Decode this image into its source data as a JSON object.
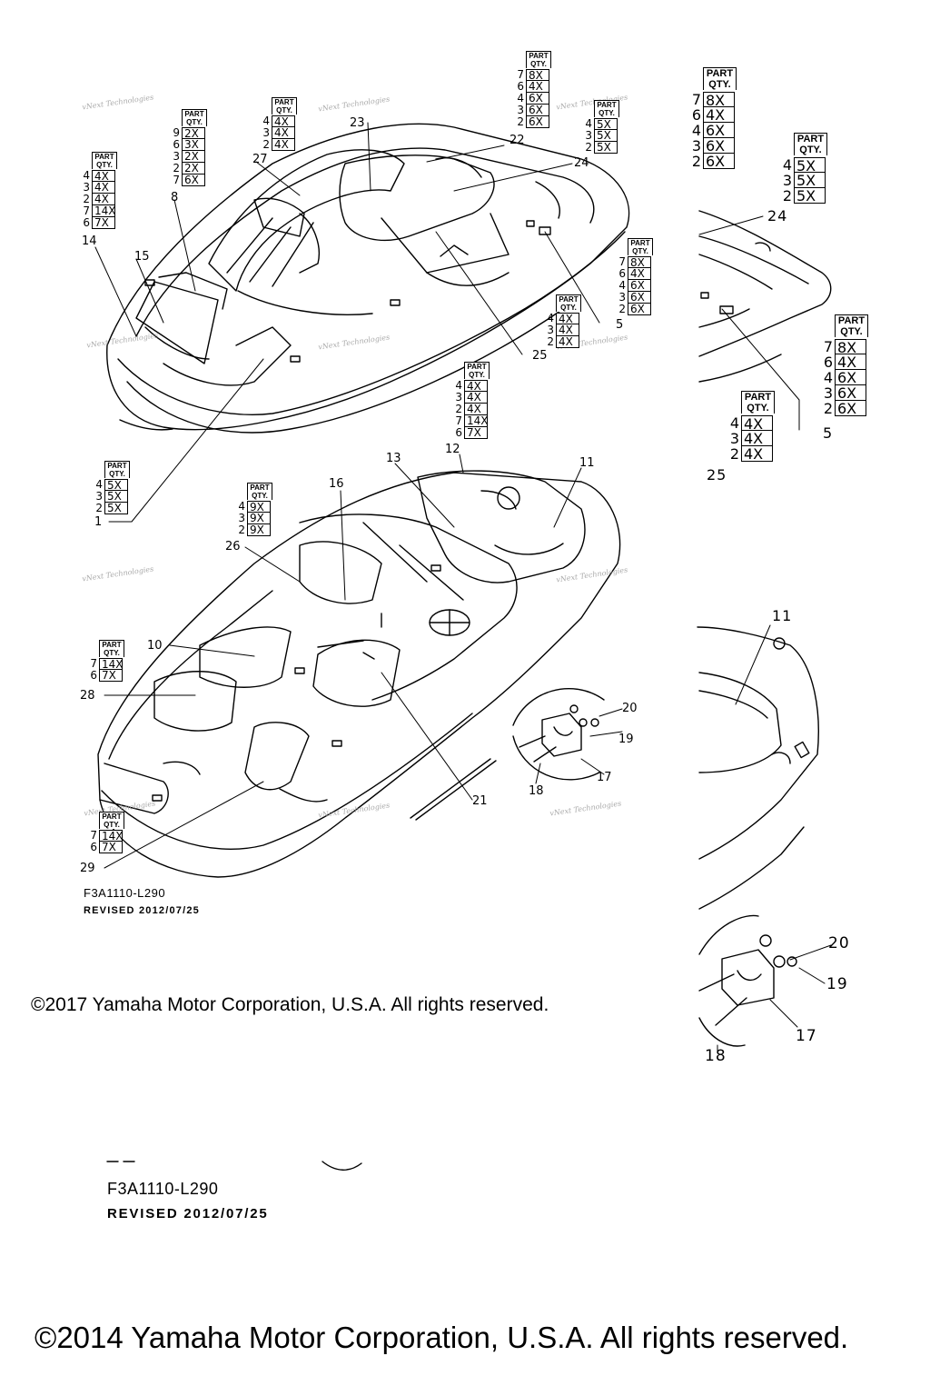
{
  "colors": {
    "ink": "#000000",
    "background": "#ffffff",
    "watermark": "#9a9a9a"
  },
  "watermark_text": "vNext Technologies",
  "qty_header": {
    "line1": "PART",
    "line2": "QTY."
  },
  "qty_tables": [
    {
      "id": "t14",
      "rows": [
        [
          "4",
          "4X"
        ],
        [
          "3",
          "4X"
        ],
        [
          "2",
          "4X"
        ],
        [
          "7",
          "14X"
        ],
        [
          "6",
          "7X"
        ]
      ]
    },
    {
      "id": "t8",
      "rows": [
        [
          "9",
          "2X"
        ],
        [
          "6",
          "3X"
        ],
        [
          "3",
          "2X"
        ],
        [
          "2",
          "2X"
        ],
        [
          "7",
          "6X"
        ]
      ]
    },
    {
      "id": "t27",
      "rows": [
        [
          "4",
          "4X"
        ],
        [
          "3",
          "4X"
        ],
        [
          "2",
          "4X"
        ]
      ]
    },
    {
      "id": "t22",
      "rows": [
        [
          "7",
          "8X"
        ],
        [
          "6",
          "4X"
        ],
        [
          "4",
          "6X"
        ],
        [
          "3",
          "6X"
        ],
        [
          "2",
          "6X"
        ]
      ]
    },
    {
      "id": "t24",
      "rows": [
        [
          "4",
          "5X"
        ],
        [
          "3",
          "5X"
        ],
        [
          "2",
          "5X"
        ]
      ]
    },
    {
      "id": "t5",
      "rows": [
        [
          "7",
          "8X"
        ],
        [
          "6",
          "4X"
        ],
        [
          "4",
          "6X"
        ],
        [
          "3",
          "6X"
        ],
        [
          "2",
          "6X"
        ]
      ]
    },
    {
      "id": "t25",
      "rows": [
        [
          "4",
          "4X"
        ],
        [
          "3",
          "4X"
        ],
        [
          "2",
          "4X"
        ]
      ]
    },
    {
      "id": "t12",
      "rows": [
        [
          "4",
          "4X"
        ],
        [
          "3",
          "4X"
        ],
        [
          "2",
          "4X"
        ],
        [
          "7",
          "14X"
        ],
        [
          "6",
          "7X"
        ]
      ]
    },
    {
      "id": "t1",
      "rows": [
        [
          "4",
          "5X"
        ],
        [
          "3",
          "5X"
        ],
        [
          "2",
          "5X"
        ]
      ]
    },
    {
      "id": "t26",
      "rows": [
        [
          "4",
          "9X"
        ],
        [
          "3",
          "9X"
        ],
        [
          "2",
          "9X"
        ]
      ]
    },
    {
      "id": "t28",
      "rows": [
        [
          "7",
          "14X"
        ],
        [
          "6",
          "7X"
        ]
      ]
    },
    {
      "id": "t29",
      "rows": [
        [
          "7",
          "14X"
        ],
        [
          "6",
          "7X"
        ]
      ]
    },
    {
      "id": "z22",
      "rows": [
        [
          "7",
          "8X"
        ],
        [
          "6",
          "4X"
        ],
        [
          "4",
          "6X"
        ],
        [
          "3",
          "6X"
        ],
        [
          "2",
          "6X"
        ]
      ]
    },
    {
      "id": "z24",
      "rows": [
        [
          "4",
          "5X"
        ],
        [
          "3",
          "5X"
        ],
        [
          "2",
          "5X"
        ]
      ]
    },
    {
      "id": "z5",
      "rows": [
        [
          "7",
          "8X"
        ],
        [
          "6",
          "4X"
        ],
        [
          "4",
          "6X"
        ],
        [
          "3",
          "6X"
        ],
        [
          "2",
          "6X"
        ]
      ]
    },
    {
      "id": "z25",
      "rows": [
        [
          "4",
          "4X"
        ],
        [
          "3",
          "4X"
        ],
        [
          "2",
          "4X"
        ]
      ]
    }
  ],
  "callouts": [
    "1",
    "5",
    "8",
    "10",
    "11",
    "12",
    "13",
    "14",
    "15",
    "16",
    "17",
    "18",
    "19",
    "20",
    "21",
    "22",
    "23",
    "24",
    "25",
    "26",
    "27",
    "28",
    "29"
  ],
  "zoom_callouts": {
    "c24": "24",
    "c5": "5",
    "c25": "25",
    "c11": "11",
    "c20": "20",
    "c19": "19",
    "c17": "17",
    "c18": "18"
  },
  "drawing_code": "F3A1110-L290",
  "revised": "REVISED 2012/07/25",
  "copyright_2017": "©2017 Yamaha Motor Corporation, U.S.A. All rights reserved.",
  "copyright_2014": "©2014 Yamaha Motor Corporation, U.S.A. All rights reserved."
}
